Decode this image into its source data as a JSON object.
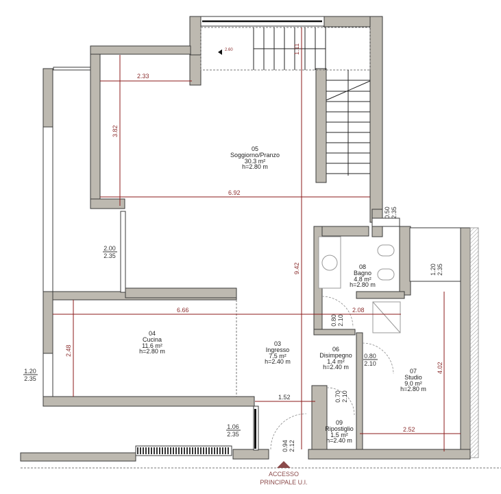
{
  "plan": {
    "rooms": [
      {
        "id": "05",
        "name": "Soggiorno/Pranzo",
        "area": "30.3 m²",
        "height": "h=2.80 m"
      },
      {
        "id": "04",
        "name": "Cucina",
        "area": "11.6 m²",
        "height": "h=2.80 m"
      },
      {
        "id": "03",
        "name": "Ingresso",
        "area": "7.5 m²",
        "height": "h=2.40 m"
      },
      {
        "id": "08",
        "name": "Bagno",
        "area": "4.8 m²",
        "height": "h=2.80 m"
      },
      {
        "id": "06",
        "name": "Disimpegno",
        "area": "1.4 m²",
        "height": "h=2.40 m"
      },
      {
        "id": "07",
        "name": "Studio",
        "area": "9.0 m²",
        "height": "h=2.80 m"
      },
      {
        "id": "09",
        "name": "Ripostiglio",
        "area": "1.5 m²",
        "height": "h=2.40 m"
      }
    ],
    "dimensions": {
      "soggiorno_top_width": "2.33",
      "soggiorno_left_height": "3.82",
      "soggiorno_width": "6.92",
      "total_height": "9.42",
      "stair_landing": "1.11",
      "stair_level": "2.60",
      "cucina_width": "6.66",
      "cucina_height": "2.48",
      "bagno_width": "2.08",
      "ingresso_width": "1.52",
      "studio_height": "4.02",
      "studio_width": "2.52"
    },
    "openings": [
      {
        "w": "2.00",
        "h": "2.35"
      },
      {
        "w": "1.20",
        "h": "2.35"
      },
      {
        "w": "1.06",
        "h": "2.35"
      },
      {
        "w": "0.50",
        "h": "2.35"
      },
      {
        "w": "1.20",
        "h": "2.35"
      },
      {
        "w": "0.80",
        "h": "2.10"
      },
      {
        "w": "0.80",
        "h": "2.10"
      },
      {
        "w": "0.70",
        "h": "2.10"
      },
      {
        "w": "0.94",
        "h": "2.12"
      }
    ],
    "entrance": {
      "line1": "ACCESSO",
      "line2": "PRINCIPALE U.I."
    }
  }
}
